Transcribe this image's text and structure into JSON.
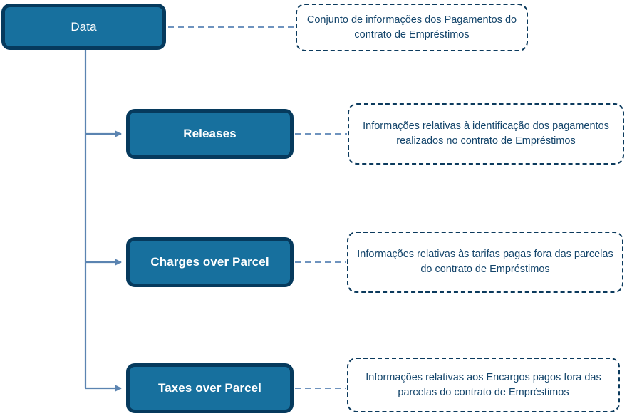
{
  "diagram": {
    "type": "tree",
    "orientation": "vertical-left-spine",
    "colors": {
      "node_fill": "#17709E",
      "node_border": "#063A5D",
      "node_text": "#FFFFFF",
      "note_border": "#0B3A5D",
      "note_text": "#14456B",
      "connector_solid": "#5B84B1",
      "connector_dashed": "#6E93BE",
      "background": "#FFFFFF"
    },
    "nodes": [
      {
        "id": "data",
        "label": "Data",
        "level": 0,
        "note": "Conjunto de informações dos Pagamentos do contrato de Empréstimos"
      },
      {
        "id": "releases",
        "label": "Releases",
        "level": 1,
        "note": "Informações relativas à identificação dos pagamentos realizados no contrato de Empréstimos"
      },
      {
        "id": "charges-over-parcel",
        "label": "Charges over Parcel",
        "level": 1,
        "note": "Informações relativas às tarifas pagas fora das parcelas do contrato de Empréstimos"
      },
      {
        "id": "taxes-over-parcel",
        "label": "Taxes over Parcel",
        "level": 1,
        "note": "Informações relativas aos Encargos pagos fora das parcelas do contrato de Empréstimos"
      }
    ]
  }
}
